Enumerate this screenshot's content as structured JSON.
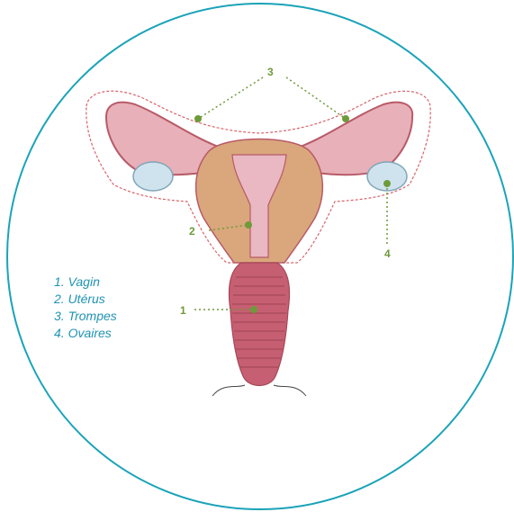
{
  "colors": {
    "frame": "#1aa3b8",
    "legend_text": "#1f93b3",
    "marker": "#6f9a3a",
    "uterus_fill": "#d9a77b",
    "lining": "#e9b8c2",
    "wall": "#b85a68",
    "ovary": "#cfe3ee",
    "outline_dashed": "#d8636b"
  },
  "legend": {
    "items": [
      {
        "label": "1. Vagin"
      },
      {
        "label": "2. Utérus"
      },
      {
        "label": "3. Trompes"
      },
      {
        "label": "4. Ovaires"
      }
    ]
  },
  "markers": {
    "tubes": "3",
    "uterus": "2",
    "ovary": "4",
    "vagina": "1"
  }
}
